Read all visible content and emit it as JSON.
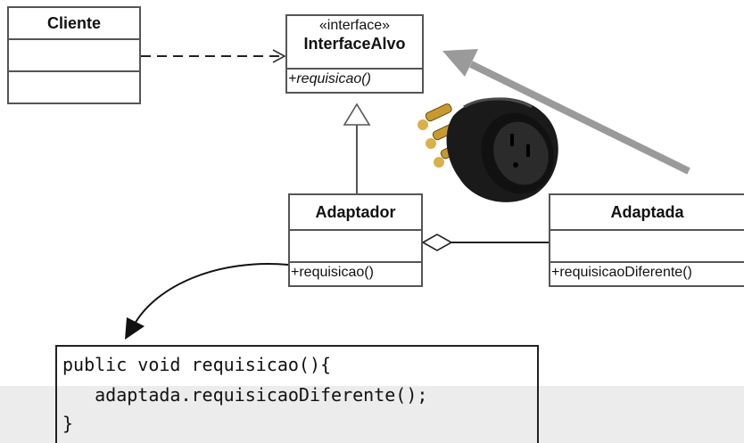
{
  "cliente": {
    "name": "Cliente"
  },
  "interface_alvo": {
    "stereotype": "«interface»",
    "name": "InterfaceAlvo",
    "operation": "+requisicao()"
  },
  "adaptador": {
    "name": "Adaptador",
    "operation": "+requisicao()"
  },
  "adaptada": {
    "name": "Adaptada",
    "operation": "+requisicaoDiferente()"
  },
  "code": {
    "lines": [
      "public void requisicao(){",
      "   adaptada.requisicaoDiferente();",
      "}"
    ]
  },
  "colors": {
    "box_border": "#555555",
    "big_arrow": "#9a9a9a",
    "plug_body": "#1a1a1a",
    "plug_pins": "#c79a2e"
  },
  "icons": {
    "plug": "power-plug-adapter-image"
  }
}
